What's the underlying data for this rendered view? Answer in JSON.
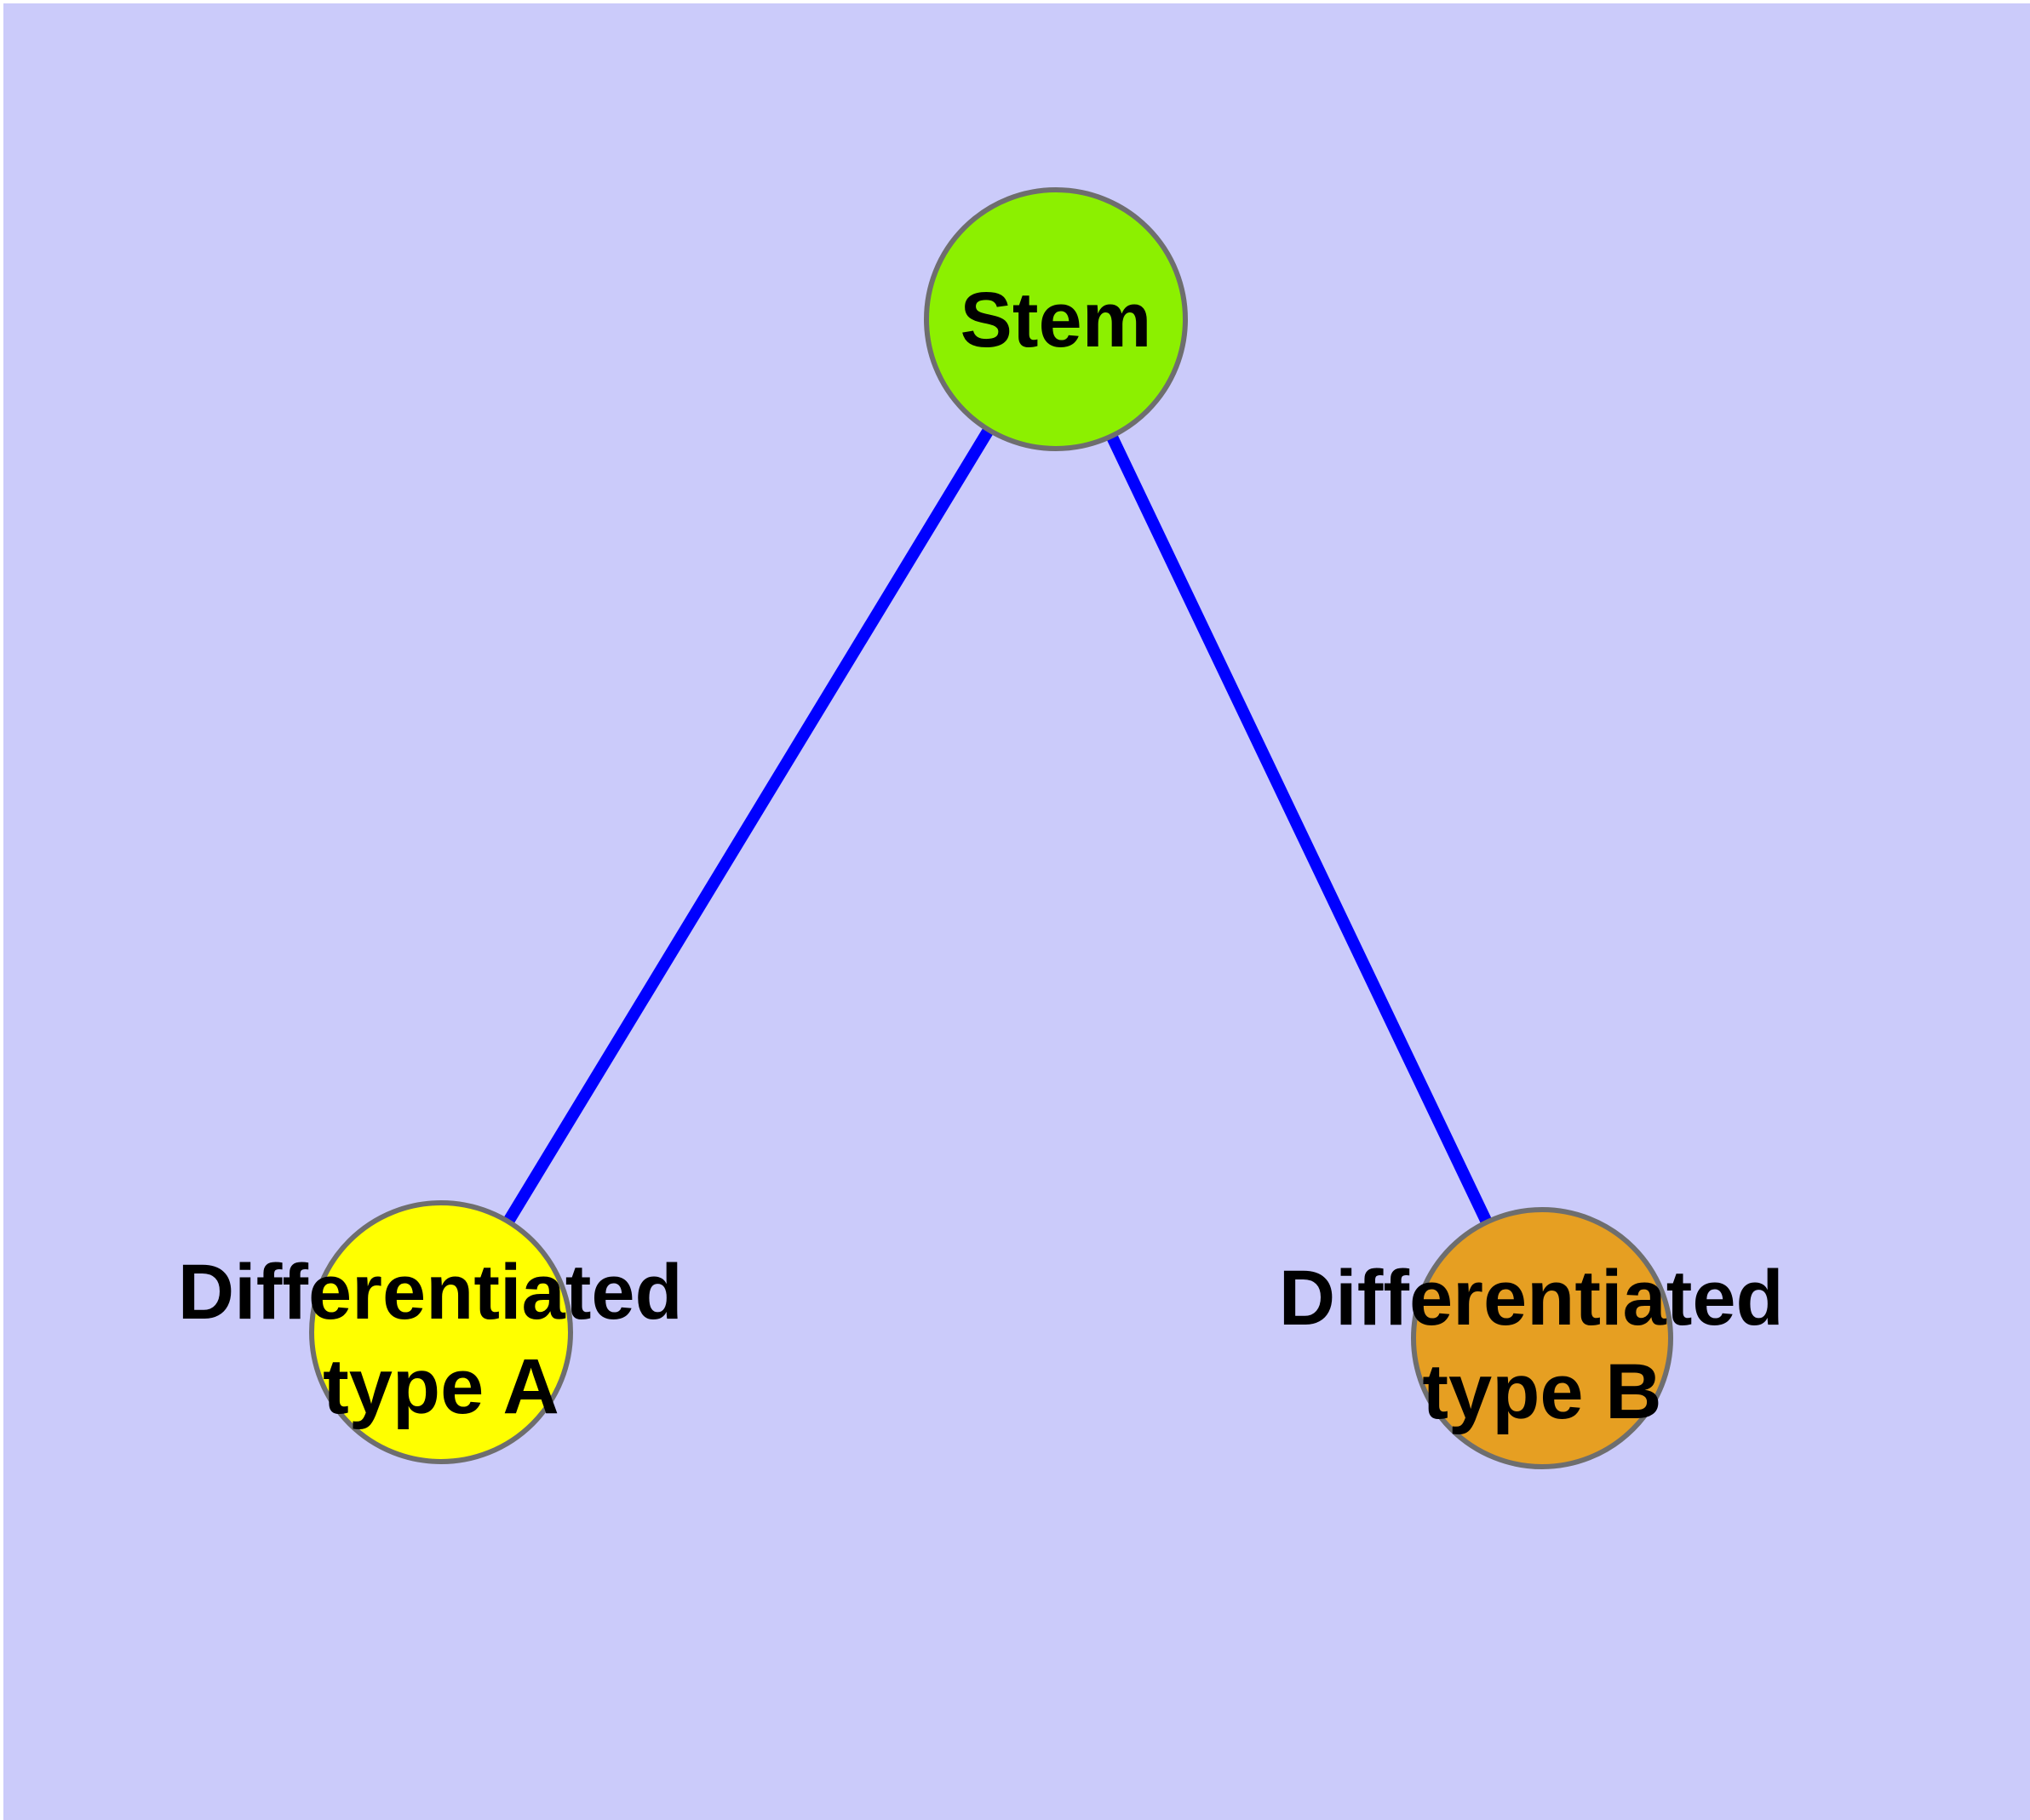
{
  "page": {
    "margin_color": "#ffffff",
    "canvas_color": "#cbcbfa"
  },
  "diagram": {
    "type": "node-link-tree",
    "edge_color": "#0000ff",
    "node_border_color": "#6e6e6e",
    "label_color": "#000000",
    "nodes": [
      {
        "id": "stem",
        "label": "Stem",
        "line1": "Stem",
        "line2": "",
        "fill": "#8cf000"
      },
      {
        "id": "differentiated-type-a",
        "label": "Differentiated type A",
        "line1": "Differentiated",
        "line2": "type A",
        "fill": "#ffff00"
      },
      {
        "id": "differentiated-type-b",
        "label": "Differentiated type B",
        "line1": "Differentiated",
        "line2": "type B",
        "fill": "#e69f22"
      }
    ],
    "edges": [
      {
        "from": "Stem",
        "to": "Differentiated type A"
      },
      {
        "from": "Stem",
        "to": "Differentiated type B"
      }
    ]
  }
}
